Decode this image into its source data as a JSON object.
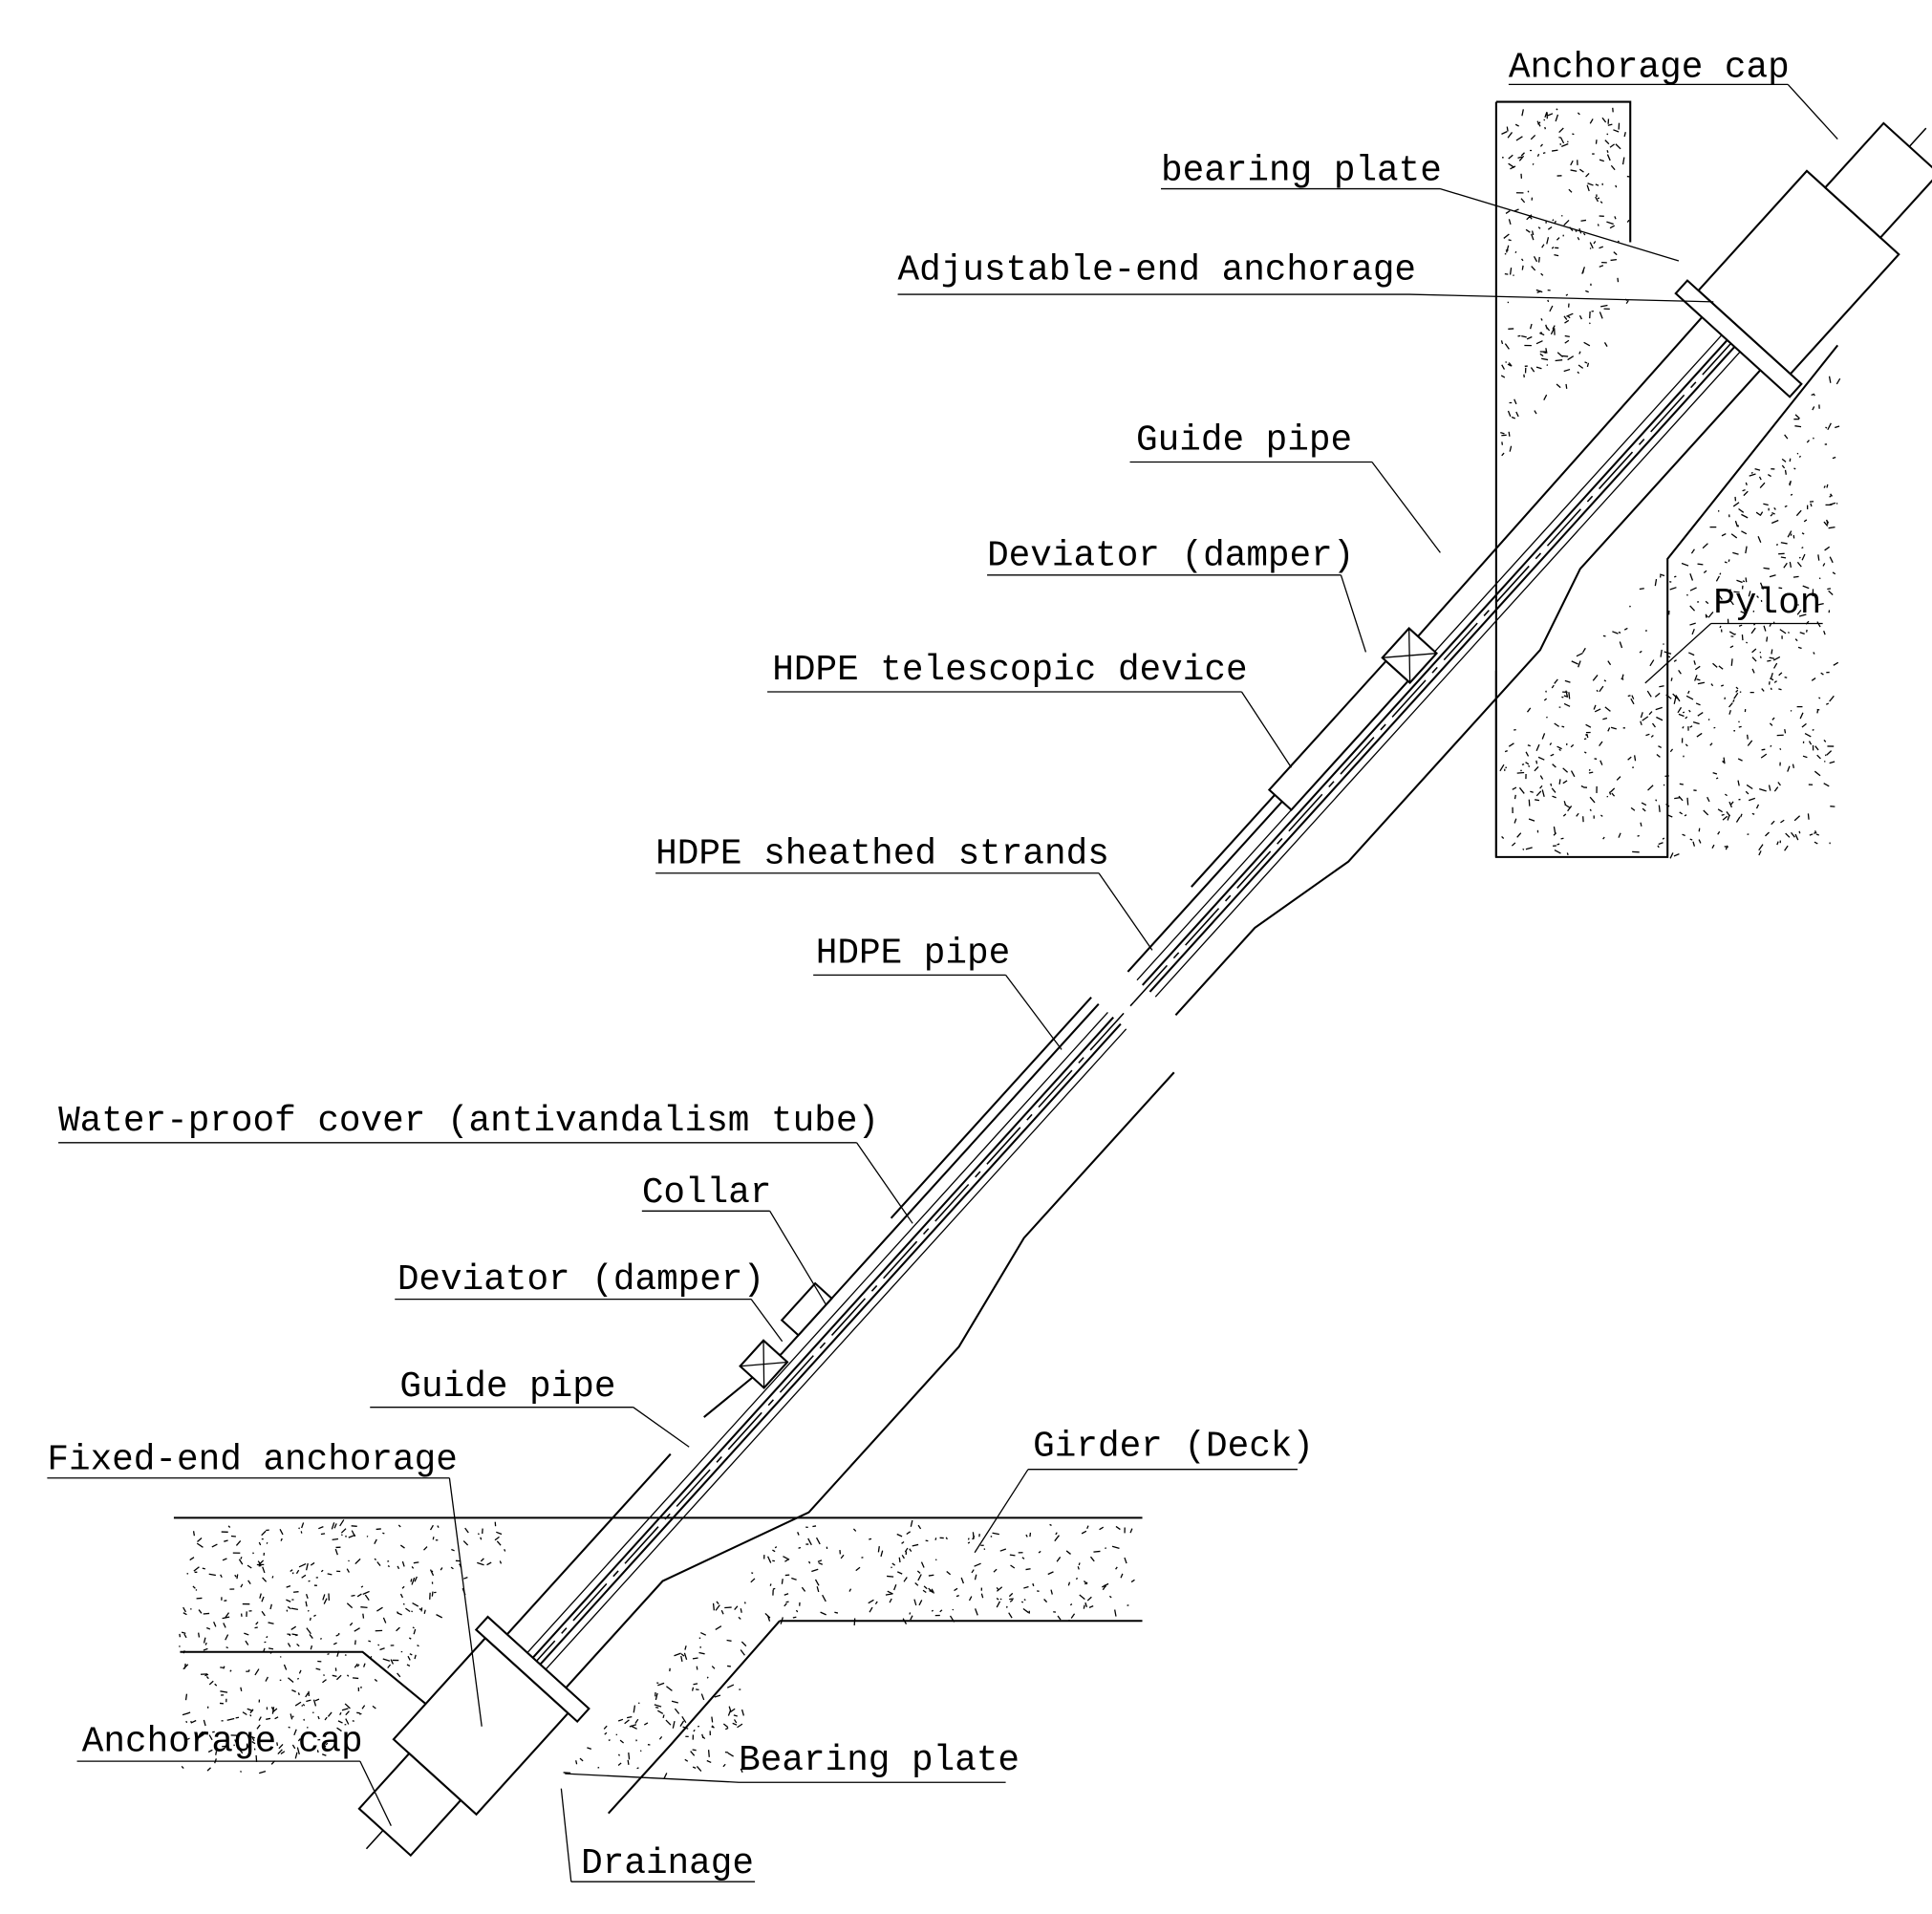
{
  "diagram": {
    "type": "stay-cable anchorage system cross-section",
    "labels": {
      "anchorage_cap_top": "Anchorage cap",
      "bearing_plate_top": "bearing plate",
      "adjustable_end_anchorage": "Adjustable-end anchorage",
      "guide_pipe_top": "Guide pipe",
      "deviator_top": "Deviator (damper)",
      "hdpe_telescopic_device": "HDPE telescopic device",
      "hdpe_sheathed_strands": "HDPE sheathed strands",
      "hdpe_pipe": "HDPE pipe",
      "water_proof_cover": "Water-proof cover (antivandalism tube)",
      "collar": "Collar",
      "deviator_bottom": "Deviator (damper)",
      "guide_pipe_bottom": "Guide pipe",
      "fixed_end_anchorage": "Fixed-end anchorage",
      "anchorage_cap_bottom": "Anchorage cap",
      "bearing_plate_bottom": "Bearing plate",
      "drainage": "Drainage",
      "girder": "Girder (Deck)",
      "pylon": "Pylon"
    }
  }
}
